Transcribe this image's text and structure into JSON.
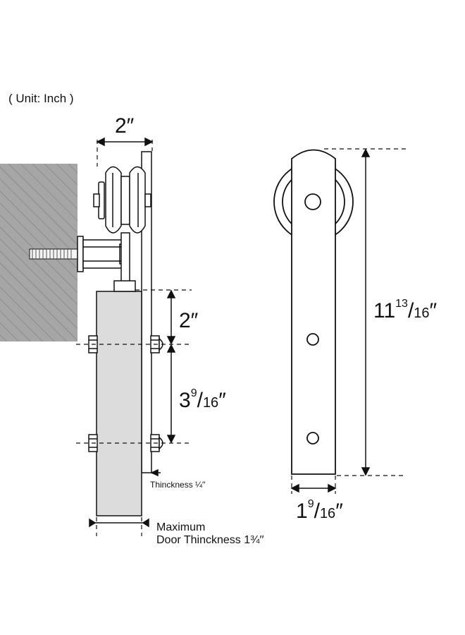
{
  "unit_label": "( Unit: Inch )",
  "dims": {
    "wheel_width": "2″",
    "top_gap": "2″",
    "bolt_spacing": {
      "whole": "3",
      "num": "9",
      "den": "16",
      "mark": "″"
    },
    "plate_thickness": "Thinckness ¼′′",
    "door_thickness_line1": "Maximum",
    "door_thickness_line2": "Door Thinckness 1¾′′",
    "hanger_height": {
      "whole": "11",
      "num": "13",
      "den": "16",
      "mark": "″"
    },
    "hanger_width": {
      "whole": "1",
      "num": "9",
      "den": "16",
      "mark": "″"
    }
  },
  "colors": {
    "wall": "#a6a6a6",
    "door": "#dcdcdc",
    "line": "#111111",
    "background": "#ffffff"
  }
}
